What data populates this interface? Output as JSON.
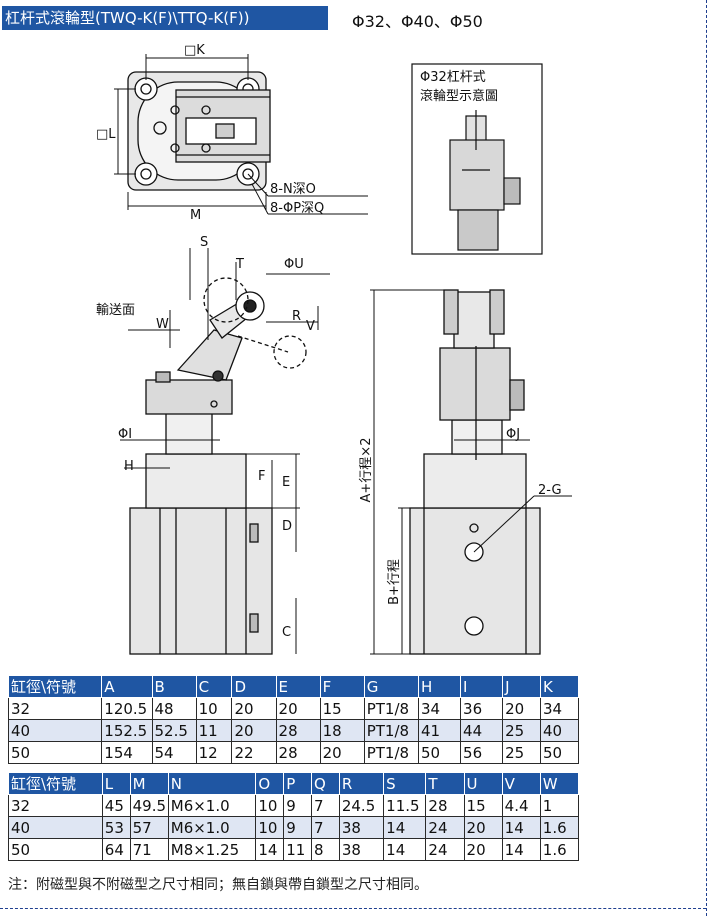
{
  "header": {
    "title": "杠杆式滾輪型(TWQ-K(F)\\TTQ-K(F))",
    "sizes": "Φ32、Φ40、Φ50"
  },
  "drawing": {
    "labels": {
      "k": "□K",
      "l": "□L",
      "m": "M",
      "n_depth": "8-N深O",
      "p_depth": "8-ΦP深Q",
      "inset_title_1": "Φ32杠杆式",
      "inset_title_2": "滾輪型示意圖",
      "s": "S",
      "t": "T",
      "u": "ΦU",
      "conveyor": "輸送面",
      "w": "W",
      "r": "R",
      "v": "V",
      "i": "ΦI",
      "h": "H",
      "f": "F",
      "e": "E",
      "d": "D",
      "c": "C",
      "a_stroke": "A+行程×2",
      "b_stroke": "B+行程",
      "j": "ΦJ",
      "g": "2-G"
    }
  },
  "table1": {
    "headers": [
      "缸徑\\符號",
      "A",
      "B",
      "C",
      "D",
      "E",
      "F",
      "G",
      "H",
      "I",
      "J",
      "K"
    ],
    "rows": [
      [
        "32",
        "120.5",
        "48",
        "10",
        "20",
        "20",
        "15",
        "PT1/8",
        "34",
        "36",
        "20",
        "34"
      ],
      [
        "40",
        "152.5",
        "52.5",
        "11",
        "20",
        "28",
        "18",
        "PT1/8",
        "41",
        "44",
        "25",
        "40"
      ],
      [
        "50",
        "154",
        "54",
        "12",
        "22",
        "28",
        "20",
        "PT1/8",
        "50",
        "56",
        "25",
        "50"
      ]
    ]
  },
  "table2": {
    "headers": [
      "缸徑\\符號",
      "L",
      "M",
      "N",
      "O",
      "P",
      "Q",
      "R",
      "S",
      "T",
      "U",
      "V",
      "W"
    ],
    "rows": [
      [
        "32",
        "45",
        "49.5",
        "M6×1.0",
        "10",
        "9",
        "7",
        "24.5",
        "11.5",
        "28",
        "15",
        "4.4",
        "1"
      ],
      [
        "40",
        "53",
        "57",
        "M6×1.0",
        "10",
        "9",
        "7",
        "38",
        "14",
        "24",
        "20",
        "14",
        "1.6"
      ],
      [
        "50",
        "64",
        "71",
        "M8×1.25",
        "14",
        "11",
        "8",
        "38",
        "14",
        "24",
        "20",
        "14",
        "1.6"
      ]
    ]
  },
  "note": "注：附磁型與不附磁型之尺寸相同；無自鎖與帶自鎖型之尺寸相同。"
}
